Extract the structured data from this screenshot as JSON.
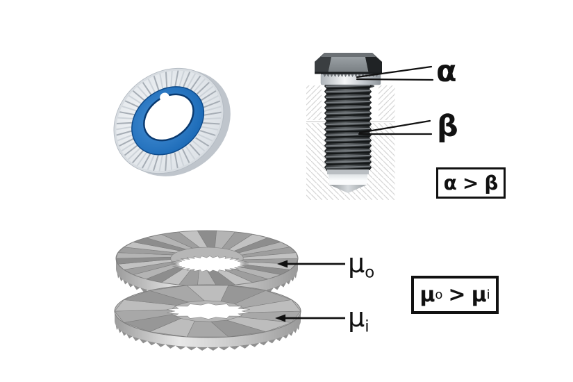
{
  "labels": {
    "alpha": "α",
    "beta": "β"
  },
  "friction": {
    "outer": {
      "base": "μ",
      "sub": "o"
    },
    "inner": {
      "base": "μ",
      "sub": "i"
    }
  },
  "boxes": {
    "angle": {
      "left": "α",
      "op": ">",
      "right": "β"
    },
    "friction": {
      "left_base": "μ",
      "left_sub": "o",
      "op": ">",
      "right_base": "μ",
      "right_sub": "i"
    }
  },
  "colors": {
    "washer_blue": "#1b6ab7",
    "washer_blue_light": "#4a92d6",
    "washer_blue_dark": "#0d3f76",
    "metal_grey": "#b6b6b6",
    "ink": "#111111"
  }
}
